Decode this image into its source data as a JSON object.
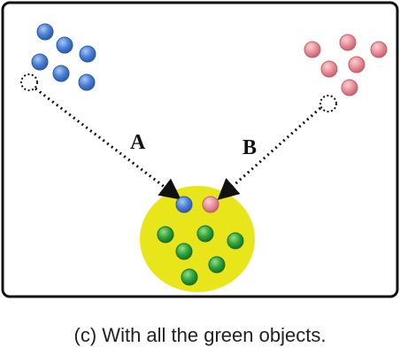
{
  "caption": "(c) With all the green objects.",
  "arrows": {
    "a_label": "A",
    "b_label": "B"
  },
  "colors": {
    "blue": "#4a7fd4",
    "pink": "#e8909a",
    "green": "#2fa33a",
    "ellipse": "#e8e61a",
    "frame": "#111111"
  }
}
